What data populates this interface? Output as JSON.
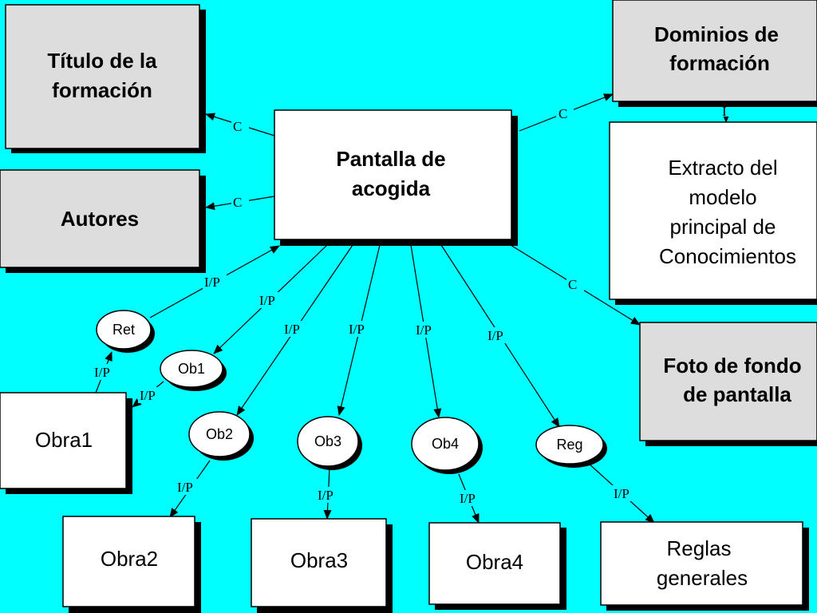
{
  "nodes": {
    "titulo": {
      "lines": [
        "Título de la",
        "formación"
      ]
    },
    "autores": {
      "lines": [
        "Autores"
      ]
    },
    "pantalla": {
      "lines": [
        "Pantalla de",
        "acogida"
      ]
    },
    "dominios": {
      "lines": [
        "Dominios de",
        "formación"
      ]
    },
    "extracto": {
      "lines": [
        "Extracto del",
        "modelo",
        "principal de",
        "Conocimientos"
      ]
    },
    "foto": {
      "lines": [
        "Foto de fondo",
        "de pantalla"
      ]
    },
    "obra1": {
      "lines": [
        "Obra1"
      ]
    },
    "obra2": {
      "lines": [
        "Obra2"
      ]
    },
    "obra3": {
      "lines": [
        "Obra3"
      ]
    },
    "obra4": {
      "lines": [
        "Obra4"
      ]
    },
    "reglas": {
      "lines": [
        "Reglas",
        "generales"
      ]
    },
    "ret": {
      "label": "Ret"
    },
    "ob1": {
      "label": "Ob1"
    },
    "ob2": {
      "label": "Ob2"
    },
    "ob3": {
      "label": "Ob3"
    },
    "ob4": {
      "label": "Ob4"
    },
    "reg": {
      "label": "Reg"
    }
  },
  "edge_labels": {
    "contains": "C",
    "include_partial": "I/P",
    "include": "I"
  }
}
